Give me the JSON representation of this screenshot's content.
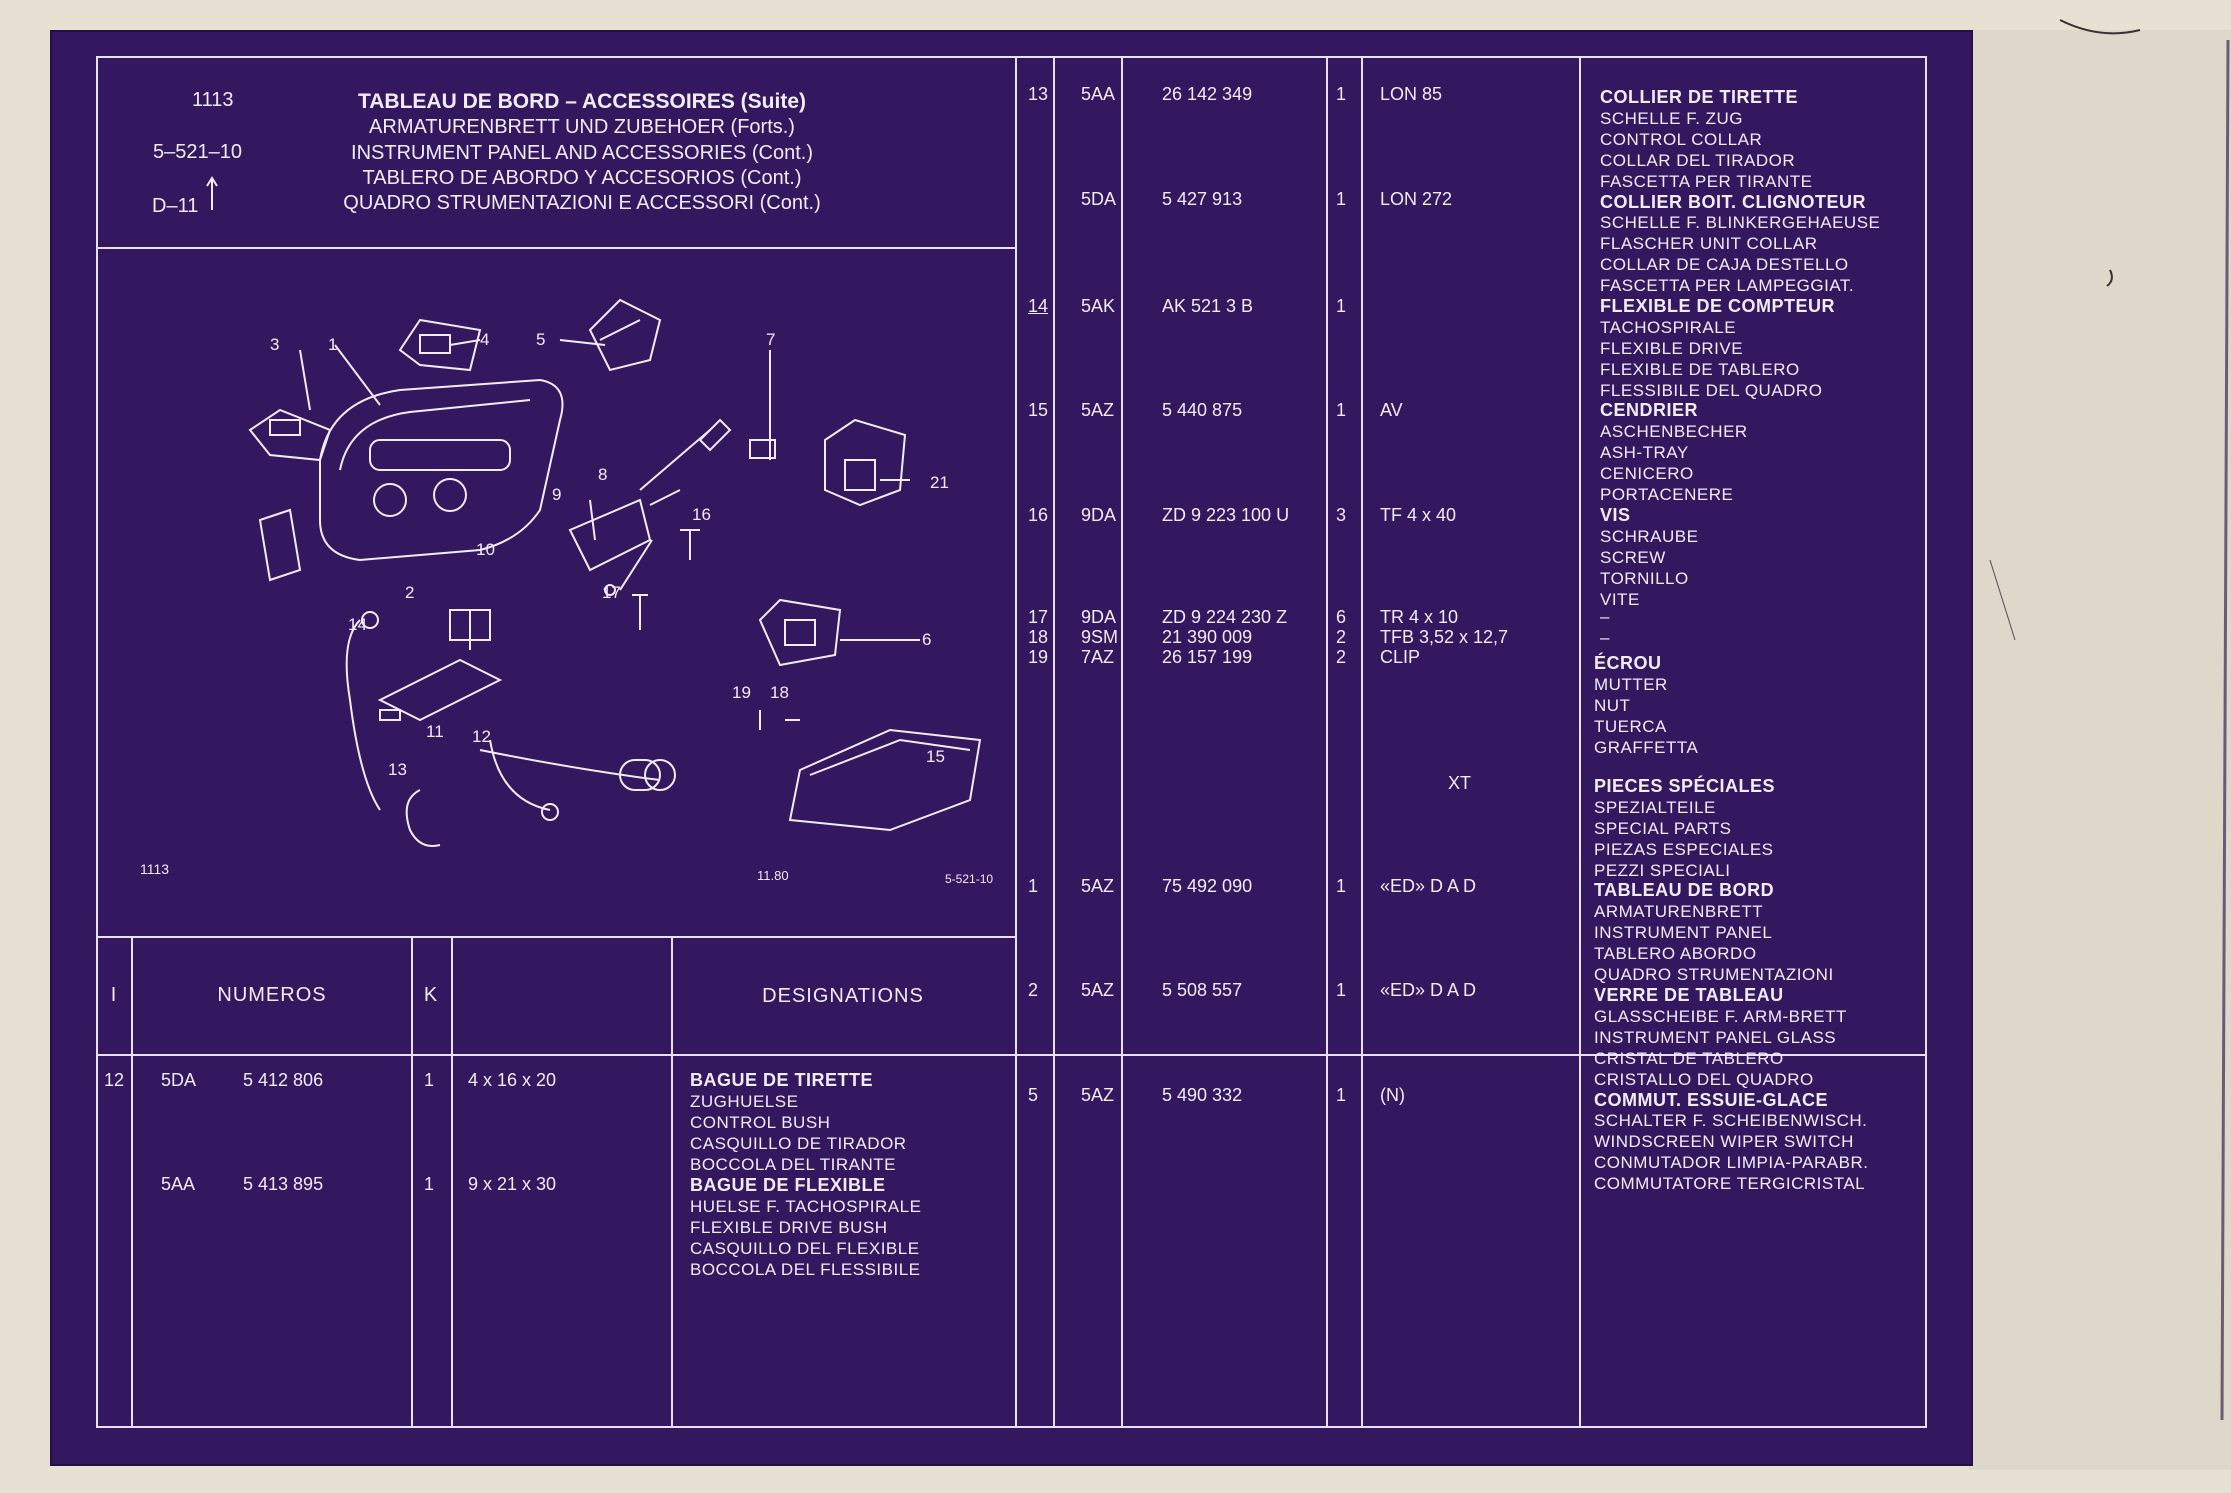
{
  "colors": {
    "sheet": "#34185f",
    "ink": "#f2ecf8",
    "margin": "#e6e1d3"
  },
  "header": {
    "ref": "1113",
    "group": "5–521–10",
    "variant": "D–11",
    "title_fr": "TABLEAU DE BORD – ACCESSOIRES (Suite)",
    "title_de": "ARMATURENBRETT UND ZUBEHOER (Forts.)",
    "title_en": "INSTRUMENT PANEL AND ACCESSORIES (Cont.)",
    "title_es": "TABLERO DE ABORDO Y ACCESORIOS (Cont.)",
    "title_it": "QUADRO STRUMENTAZIONI E ACCESSORI (Cont.)"
  },
  "diagram": {
    "callouts": [
      "1",
      "2",
      "3",
      "4",
      "5",
      "6",
      "7",
      "8",
      "9",
      "10",
      "11",
      "12",
      "13",
      "14",
      "15",
      "16",
      "17",
      "18",
      "19",
      "21"
    ],
    "footer_left": "1113",
    "footer_mid": "11.80",
    "footer_right": "5-521-10"
  },
  "table_header": {
    "index": "I",
    "numbers": "NUMEROS",
    "qty": "K",
    "designations": "DESIGNATIONS"
  },
  "left_rows": [
    {
      "i": "12",
      "code": "5DA",
      "num": "5 412 806",
      "k": "1",
      "spec": "4 x 16 x 20",
      "desc": [
        "BAGUE DE TIRETTE",
        "ZUGHUELSE",
        "CONTROL BUSH",
        "CASQUILLO DE TIRADOR",
        "BOCCOLA DEL TIRANTE"
      ]
    },
    {
      "i": "",
      "code": "5AA",
      "num": "5 413 895",
      "k": "1",
      "spec": "9 x 21 x 30",
      "desc": [
        "BAGUE DE FLEXIBLE",
        "HUELSE F. TACHOSPIRALE",
        "FLEXIBLE DRIVE BUSH",
        "CASQUILLO DEL FLEXIBLE",
        "BOCCOLA DEL FLESSIBILE"
      ]
    }
  ],
  "right_rows": [
    {
      "i": "13",
      "code": "5AA",
      "num": "26 142 349",
      "k": "1",
      "spec": "LON 85"
    },
    {
      "i": "",
      "code": "5DA",
      "num": "5 427 913",
      "k": "1",
      "spec": "LON 272"
    },
    {
      "i": "14",
      "code": "5AK",
      "num": "AK   521  3  B",
      "k": "1",
      "spec": ""
    },
    {
      "i": "15",
      "code": "5AZ",
      "num": "5 440 875",
      "k": "1",
      "spec": "AV"
    },
    {
      "i": "16",
      "code": "9DA",
      "num": "ZD  9  223  100  U",
      "k": "3",
      "spec": "TF 4 x 40"
    },
    {
      "i": "17",
      "code": "9DA",
      "num": "ZD  9  224  230 Z",
      "k": "6",
      "spec": "TR 4 x 10"
    },
    {
      "i": "18",
      "code": "9SM",
      "num": "21  390  009",
      "k": "2",
      "spec": "TFB 3,52 x 12,7"
    },
    {
      "i": "19",
      "code": "7AZ",
      "num": "26  157  199",
      "k": "2",
      "spec": "CLIP"
    },
    {
      "i": "",
      "code": "",
      "num": "",
      "k": "",
      "spec": "XT"
    },
    {
      "i": "1",
      "code": "5AZ",
      "num": "75  492  090",
      "k": "1",
      "spec": "«ED» D A D"
    },
    {
      "i": "2",
      "code": "5AZ",
      "num": "5  508  557",
      "k": "1",
      "spec": "«ED» D A D"
    },
    {
      "i": "5",
      "code": "5AZ",
      "num": "5  490  332",
      "k": "1",
      "spec": "(N)"
    }
  ],
  "right_desc": [
    "COLLIER DE TIRETTE",
    "SCHELLE F. ZUG",
    "CONTROL COLLAR",
    "COLLAR DEL TIRADOR",
    "FASCETTA PER TIRANTE",
    "COLLIER BOIT. CLIGNOTEUR",
    "SCHELLE F. BLINKERGEHAEUSE",
    "FLASCHER UNIT COLLAR",
    "COLLAR DE CAJA DESTELLO",
    "FASCETTA PER LAMPEGGIAT.",
    "FLEXIBLE DE COMPTEUR",
    "TACHOSPIRALE",
    "FLEXIBLE DRIVE",
    "FLEXIBLE DE TABLERO",
    "FLESSIBILE DEL QUADRO",
    "CENDRIER",
    "ASCHENBECHER",
    "ASH-TRAY",
    "CENICERO",
    "PORTACENERE",
    "VIS",
    "SCHRAUBE",
    "SCREW",
    "TORNILLO",
    "VITE",
    "–",
    "–",
    "ÉCROU",
    "MUTTER",
    "NUT",
    "TUERCA",
    "GRAFFETTA",
    "PIECES SPÉCIALES",
    "SPEZIALTEILE",
    "SPECIAL PARTS",
    "PIEZAS ESPECIALES",
    "PEZZI SPECIALI",
    "TABLEAU DE BORD",
    "ARMATURENBRETT",
    "INSTRUMENT PANEL",
    "TABLERO ABORDO",
    "QUADRO STRUMENTAZIONI",
    "VERRE DE TABLEAU",
    "GLASSCHEIBE  F. ARM-BRETT",
    "INSTRUMENT PANEL GLASS",
    "CRISTAL DE TABLERO",
    "CRISTALLO DEL QUADRO",
    "COMMUT. ESSUIE-GLACE",
    "SCHALTER F. SCHEIBENWISCH.",
    "WINDSCREEN WIPER SWITCH",
    "CONMUTADOR LIMPIA-PARABR.",
    "COMMUTATORE TERGICRISTAL"
  ]
}
